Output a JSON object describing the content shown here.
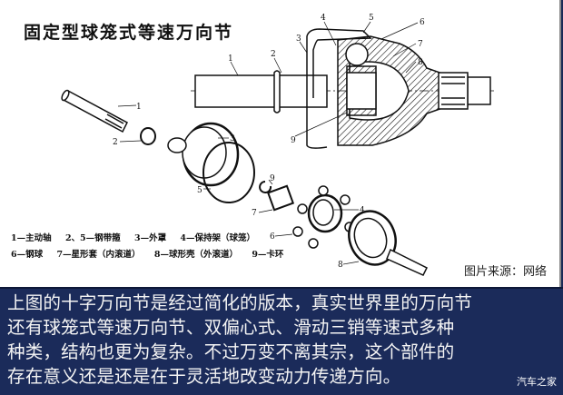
{
  "figure": {
    "title": "固定型球笼式等速万向节",
    "legend": [
      "1—主动轴",
      "2、5—钢带箍",
      "3—外罩",
      "4—保持架（球笼）",
      "6—钢球",
      "7—星形套（内滚道）",
      "8—球形壳（外滚道）",
      "9—卡环"
    ],
    "part_numbers": [
      "1",
      "2",
      "3",
      "4",
      "5",
      "6",
      "7",
      "8",
      "9"
    ],
    "source_note": "图片来源：网络"
  },
  "caption": {
    "lines": [
      "上图的十字万向节是经过简化的版本，真实世界里的万向节",
      "还有球笼式等速万向节、双偏心式、滑动三销等速式多种",
      "种类，结构也更为复杂。不过万变不离其宗，这个部件的",
      "存在意义还是还是在于灵活地改变动力传递方向。"
    ],
    "watermark": "汽车之家"
  },
  "colors": {
    "caption_bg": "#1b2b5a",
    "caption_text": "#f4f4f4",
    "figure_bg": "#ffffff"
  }
}
